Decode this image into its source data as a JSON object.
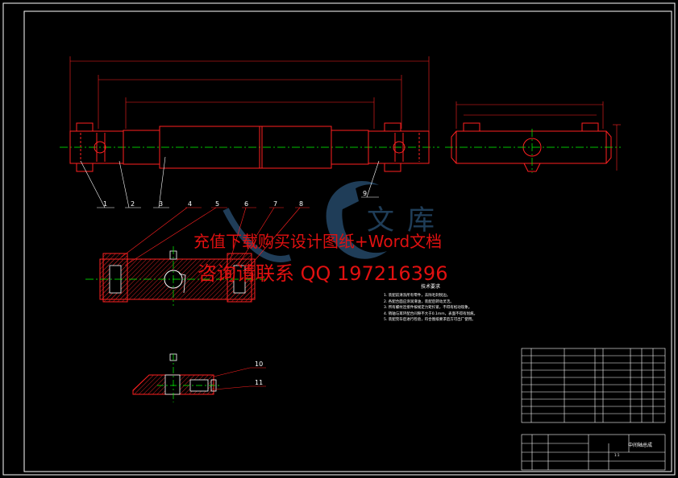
{
  "watermark": {
    "line1": "充值下载购买设计图纸+Word文档",
    "line2": "咨询请联系  QQ 197216396"
  },
  "tech_requirements": {
    "title": "技术要求",
    "lines": [
      "1. 装配前清洗所有零件，去除毛刺锐边。",
      "2. 各配合面应涂润滑油，装配后转动灵活。",
      "3. 所有螺纹连接件按规定力矩拧紧，不得有松动现象。",
      "4. 销轴与耳环配合间隙不大于0.1mm，表面不得有划痕。",
      "5. 装配完毕后进行检验，符合图纸要求后方可出厂使用。"
    ]
  },
  "callouts": [
    "1",
    "2",
    "3",
    "4",
    "5",
    "6",
    "7",
    "8",
    "9",
    "10",
    "11"
  ],
  "title_block": {
    "drawing_title": "中间轴总成",
    "scale": "1:1"
  },
  "colors": {
    "background": "#000000",
    "frame": "#ffffff",
    "part_outline": "#ff0000",
    "centerline": "#00ff00",
    "dimension": "#ff2020",
    "hatch": "#cc2020",
    "watermark_text": "#e01010",
    "watermark_logo": "#3a70a0"
  }
}
